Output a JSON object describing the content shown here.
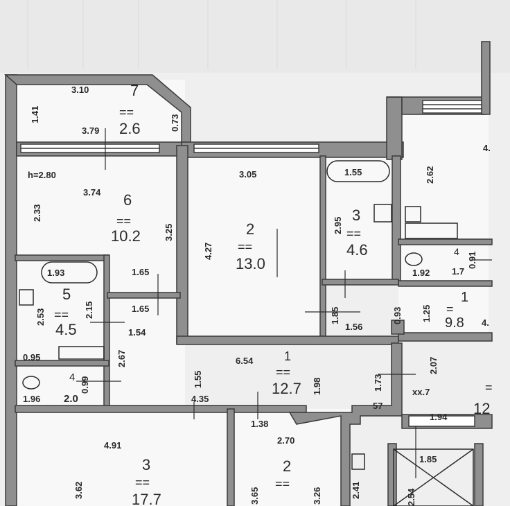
{
  "rooms": [
    {
      "id": "balcony-7",
      "number": "7",
      "area": "2.6"
    },
    {
      "id": "room-6",
      "number": "6",
      "area": "10.2",
      "extra": "h=2.80"
    },
    {
      "id": "room-2",
      "number": "2",
      "area": "13.0"
    },
    {
      "id": "room-3-bath",
      "number": "3",
      "area": "4.6"
    },
    {
      "id": "room-5-bath",
      "number": "5",
      "area": "4.5"
    },
    {
      "id": "room-4-wc",
      "number": "4",
      "area": "2.0"
    },
    {
      "id": "corridor-1",
      "number": "1",
      "area": "12.7"
    },
    {
      "id": "room-3-bottom",
      "number": "3",
      "area": "17.7"
    },
    {
      "id": "room-2-bottom",
      "number": "2"
    },
    {
      "id": "wc-right-4",
      "number": "4",
      "area": "1.7"
    },
    {
      "id": "hall-right-1",
      "number": "1",
      "area": "9.8"
    }
  ],
  "dimensions": {
    "d310": "3.10",
    "d141": "1.41",
    "d379": "3.79",
    "d073": "0.73",
    "d374": "3.74",
    "d233": "2.33",
    "d325": "3.25",
    "d305": "3.05",
    "d427": "4.27",
    "d155a": "1.55",
    "d295": "2.95",
    "d262": "2.62",
    "d193a": "1.93",
    "d165a": "1.65",
    "d165b": "1.65",
    "d253": "2.53",
    "d215": "2.15",
    "d154": "1.54",
    "d185a": "1.85",
    "d156": "1.56",
    "d125": "1.25",
    "d192": "1.92",
    "d091": "0.91",
    "d267": "2.67",
    "d095": "0.95",
    "d654": "6.54",
    "d198": "1.98",
    "d173": "1.73",
    "d207": "2.07",
    "d099": "0.99",
    "d196": "1.96",
    "d155b": "1.55",
    "d435": "4.35",
    "d138": "1.38",
    "d491": "4.91",
    "d270": "2.70",
    "d362": "3.62",
    "d365": "3.65",
    "d326": "3.26",
    "d241": "2.41",
    "d254": "2.54",
    "d194": "1.94",
    "d185b": "1.85",
    "d057": "57",
    "d093": "0.93",
    "dxx7": "xx.7"
  },
  "edge_marks": {
    "eq_marker": "=",
    "right_4a": "4.",
    "right_4b": "4.",
    "right_12": "12"
  },
  "colors": {
    "wall": "#8a8a8a",
    "wall_dark": "#3a3a3a",
    "floor": "#f7f7f7",
    "background": "#f0f0f0"
  }
}
